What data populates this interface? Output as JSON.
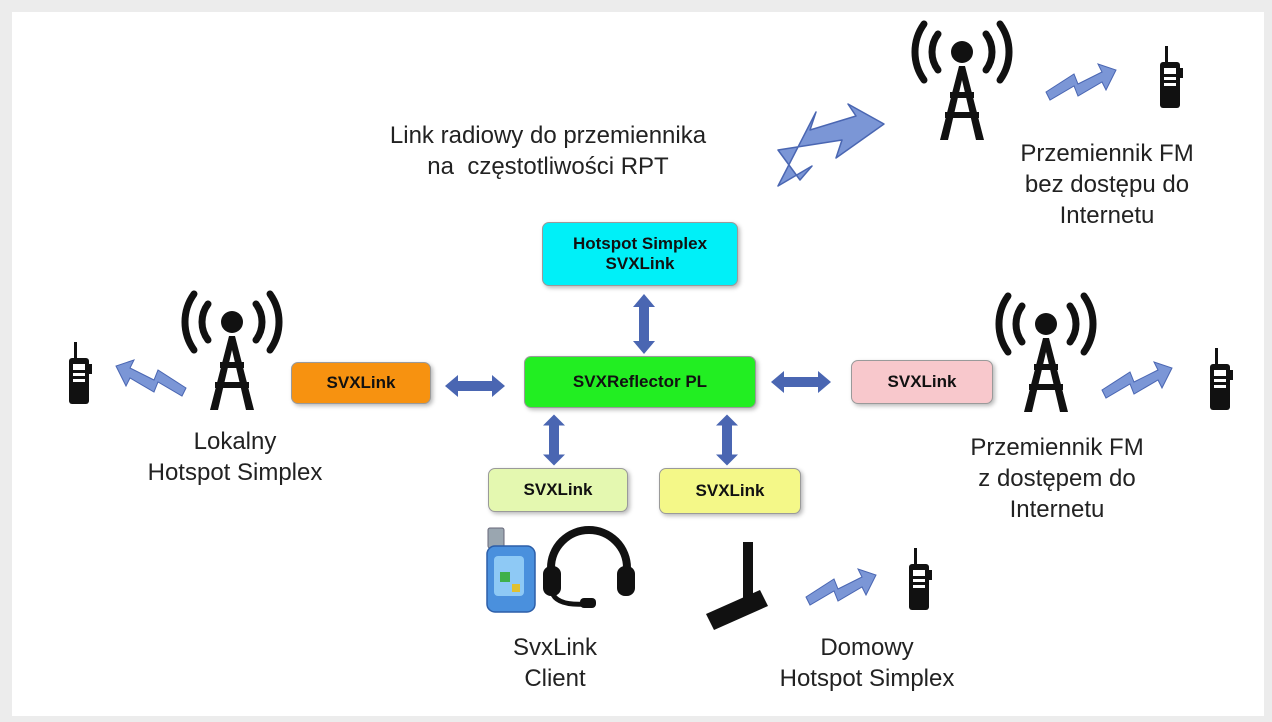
{
  "labels": {
    "link_note": "Link radiowy do przemiennika\nna  częstotliwości RPT",
    "repeater_no_internet": "Przemiennik FM\nbez dostępu do\nInternetu",
    "local_hotspot": "Lokalny\nHotspot Simplex",
    "repeater_internet": "Przemiennik FM\nz dostępem do\nInternetu",
    "svxlink_client": "SvxLink\nClient",
    "home_hotspot": "Domowy\nHotspot Simplex"
  },
  "boxes": {
    "hotspot_top": {
      "text": "Hotspot Simplex\nSVXLink",
      "color": "#00f0f8"
    },
    "reflector": {
      "text": "SVXReflector PL",
      "color": "#22ee22"
    },
    "left_link": {
      "text": "SVXLink",
      "color": "#f79210"
    },
    "right_link": {
      "text": "SVXLink",
      "color": "#f8c8cc"
    },
    "bottom_left": {
      "text": "SVXLink",
      "color": "#e4f8b0"
    },
    "bottom_right": {
      "text": "SVXLink",
      "color": "#f4f888"
    }
  },
  "colors": {
    "arrow": "#4a66b2",
    "lightning": "#7b96d6",
    "icon": "#111111"
  },
  "icons": [
    "antenna-tower-icon",
    "handheld-radio-icon",
    "lightning-bolt-icon",
    "usb-dongle-icon",
    "headset-icon",
    "hotspot-antenna-icon"
  ]
}
